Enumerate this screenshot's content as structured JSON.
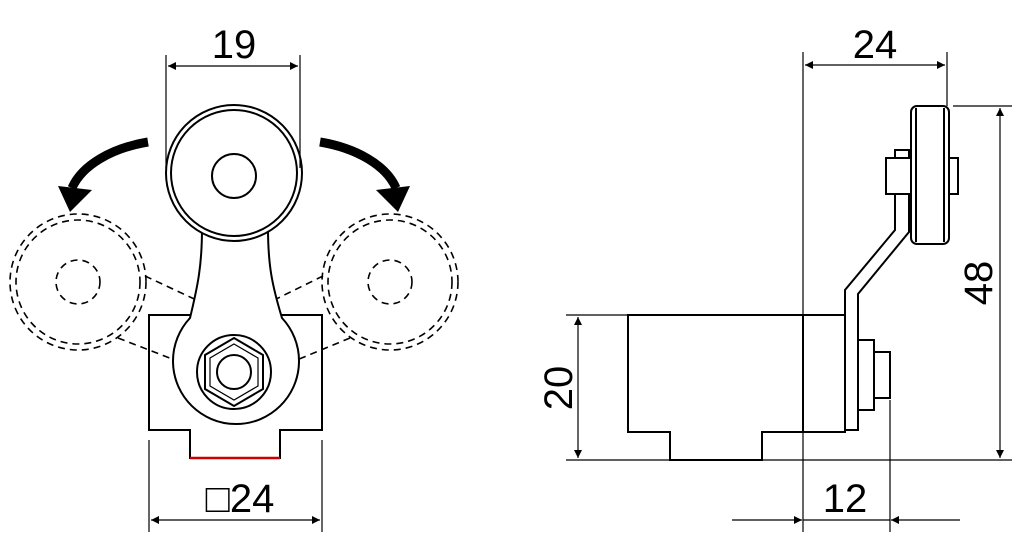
{
  "drawing": {
    "dimensions": {
      "roller_width": "19",
      "base_square": "□24",
      "side_width": "24",
      "side_total_height": "48",
      "side_body_height": "20",
      "side_offset": "12"
    },
    "colors": {
      "line": "#000000",
      "highlight_edge": "#cc0000",
      "background": "#ffffff"
    }
  }
}
